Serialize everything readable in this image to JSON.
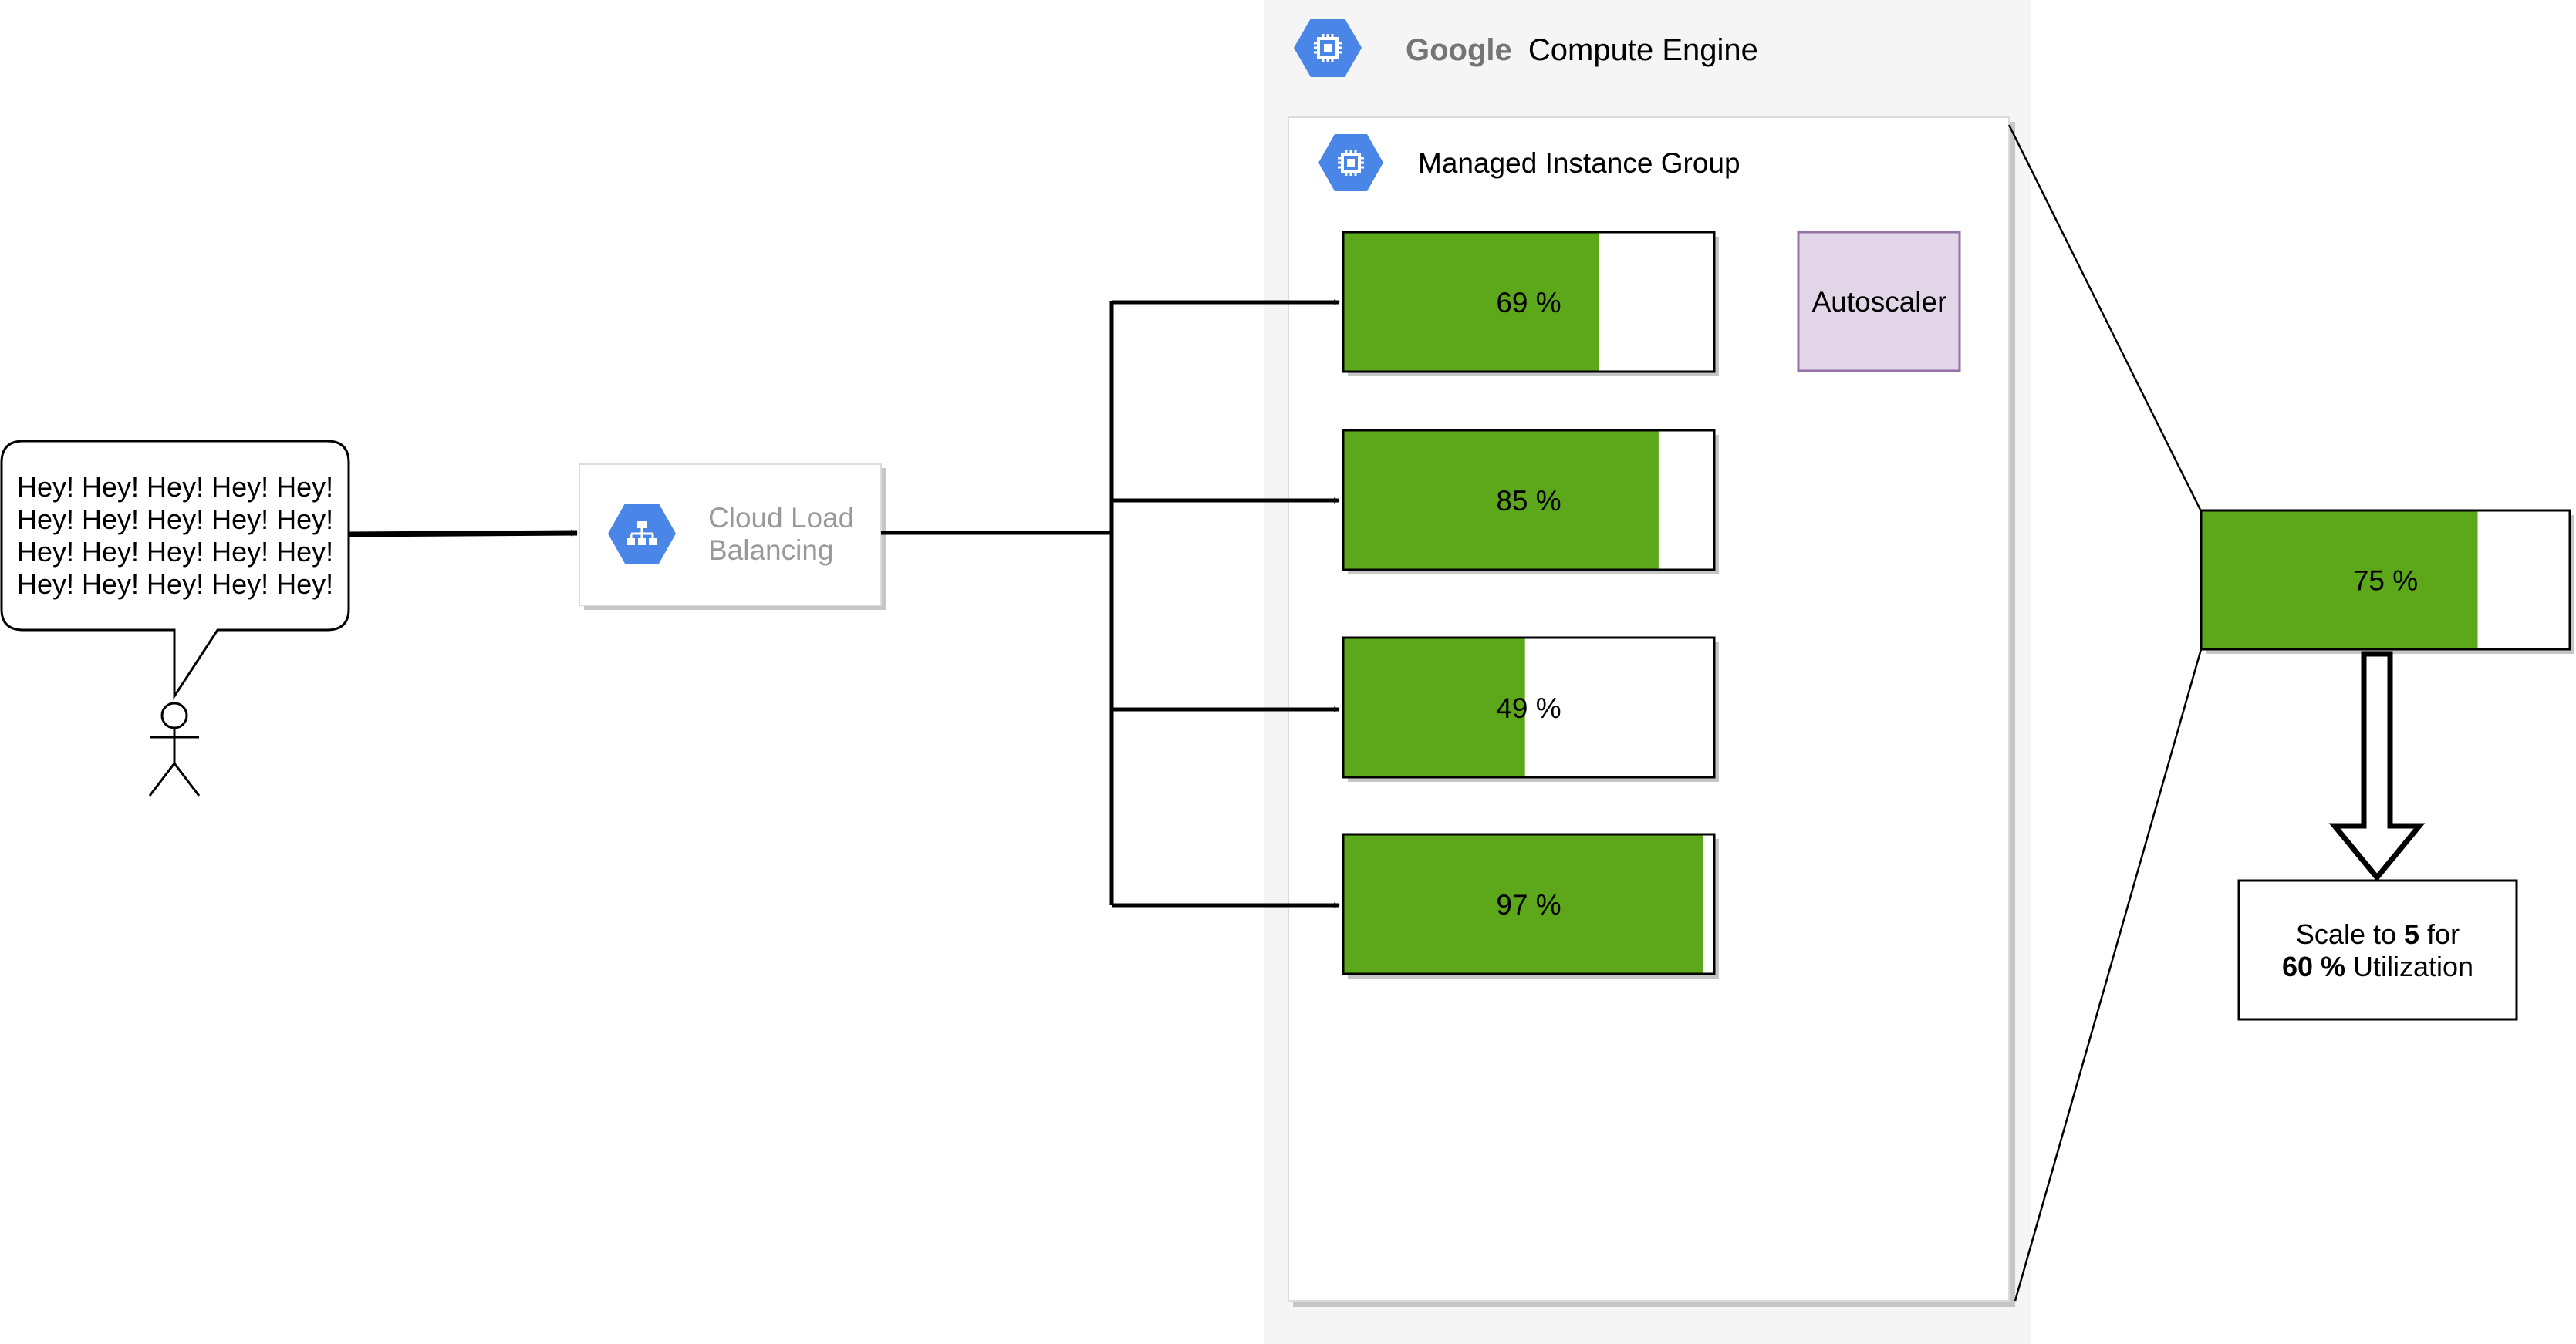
{
  "speech_bubble": {
    "lines": [
      "Hey! Hey! Hey! Hey! Hey!",
      "Hey! Hey! Hey! Hey! Hey!",
      "Hey! Hey! Hey! Hey! Hey!",
      "Hey! Hey! Hey! Hey! Hey!"
    ]
  },
  "load_balancer": {
    "label_line1": "Cloud Load",
    "label_line2": "Balancing",
    "icon": "load-balancing-icon"
  },
  "gce": {
    "brand": "Google",
    "product": "Compute Engine",
    "icon": "compute-engine-icon"
  },
  "mig": {
    "title": "Managed Instance Group",
    "icon": "compute-engine-icon"
  },
  "instances": [
    {
      "label": "69 %",
      "utilization": 0.69
    },
    {
      "label": "85 %",
      "utilization": 0.85
    },
    {
      "label": "49 %",
      "utilization": 0.49
    },
    {
      "label": "97 %",
      "utilization": 0.97
    }
  ],
  "autoscaler": {
    "label": "Autoscaler"
  },
  "average": {
    "label": "75 %",
    "utilization": 0.75
  },
  "decision": {
    "t1": "Scale to ",
    "t2": "5",
    "t3": " for",
    "t4": "60 %",
    "t5": " Utilization"
  },
  "colors": {
    "gce_background": "#f5f5f5",
    "icon_blue": "#4a86e8",
    "utilization_fill": "#5ca81a",
    "autoscaler_fill": "#e1d5e7",
    "autoscaler_border": "#9673a6",
    "lb_label": "#999999",
    "google_brand": "#757575"
  }
}
